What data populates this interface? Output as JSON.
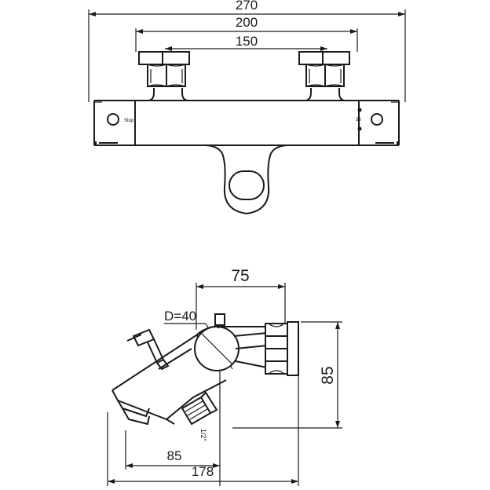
{
  "top_view": {
    "dim_overall": "270",
    "dim_mid": "200",
    "dim_inner": "150",
    "label_stop": "Stop",
    "label_temp": "38"
  },
  "side_view": {
    "dim_width": "75",
    "dim_height": "85",
    "dim_bottom_short": "85",
    "dim_bottom_long": "178",
    "label_diameter": "D=40",
    "label_thread": "1/2\""
  }
}
